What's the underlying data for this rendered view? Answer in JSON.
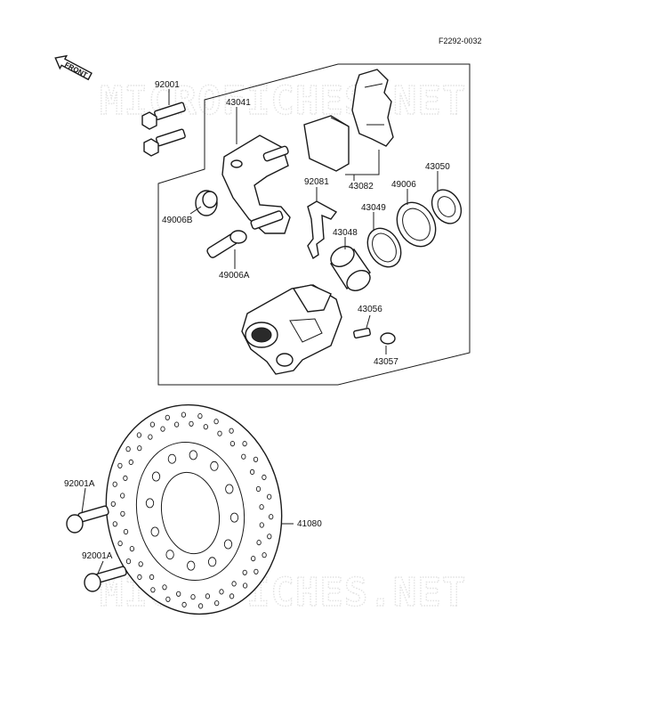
{
  "diagram_code": "F2292-0032",
  "front_label": "FRONT",
  "watermark": [
    "MICROFICHES.NET",
    "MICROFICHES.NET"
  ],
  "part_labels": {
    "p92001": "92001",
    "p43041": "43041",
    "p43082": "43082",
    "p92081": "92081",
    "p43050": "43050",
    "p49006": "49006",
    "p43049": "43049",
    "p43048": "43048",
    "p49006B": "49006B",
    "p49006A": "49006A",
    "p43056": "43056",
    "p43057": "43057",
    "p92001A_1": "92001A",
    "p92001A_2": "92001A",
    "p41080": "41080"
  }
}
